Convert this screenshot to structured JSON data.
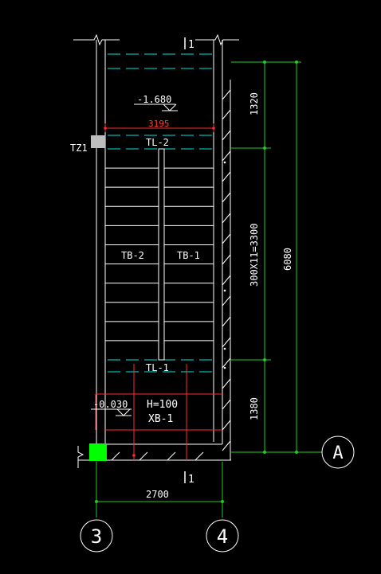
{
  "colors": {
    "background": "#000000",
    "wall": "#ffffff",
    "hidden_line": "#00e5e5",
    "dimension": "#22cc22",
    "annotation_red": "#ff2a2a",
    "column_gray": "#bdbdbd",
    "column_green": "#00ff00",
    "text": "#ffffff"
  },
  "labels": {
    "section_mark_top": "1",
    "section_mark_bottom": "1",
    "elev_upper": "-1.680",
    "width_dim": "3195",
    "column_tag": "TZ1",
    "beam_upper": "TL-2",
    "flight_left": "TB-2",
    "flight_right": "TB-1",
    "beam_lower": "TL-1",
    "elev_lower": "-0.030",
    "slab_height": "H=100",
    "slab_tag": "XB-1"
  },
  "dimensions": {
    "upper_landing": "1320",
    "flight": "300X11=3300",
    "lower_landing": "1380",
    "overall": "6080",
    "grid_span": "2700"
  },
  "grids": {
    "axis_a": "A",
    "axis_3": "3",
    "axis_4": "4"
  }
}
